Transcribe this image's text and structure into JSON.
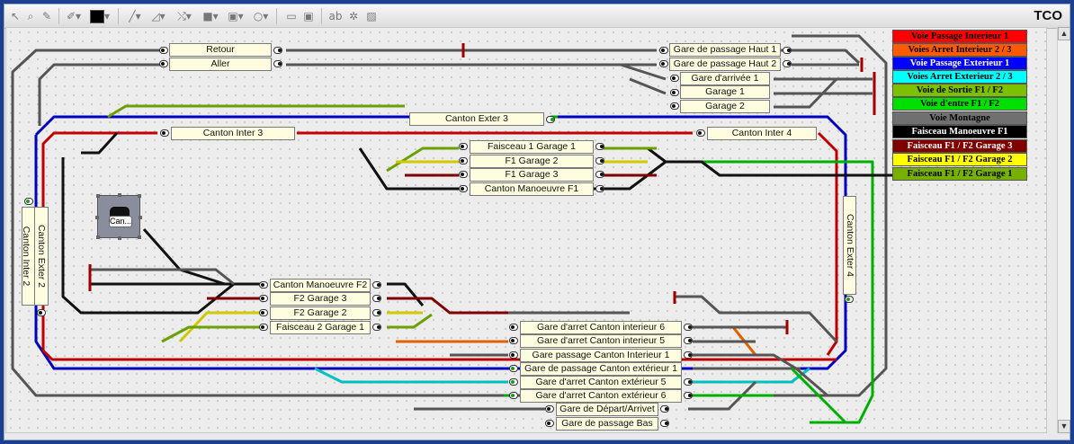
{
  "window": {
    "title": "TCO"
  },
  "toolbar": {
    "icons": [
      "select-arrow",
      "select-zoom",
      "pencil",
      "paint",
      "fill-color",
      "draw-line",
      "draw-rectangle",
      "draw-shape",
      "draw-track",
      "fill-gray",
      "frame",
      "ellipse",
      "text-tool",
      "label-tool",
      "abc-tool",
      "signal-tool",
      "image-tool"
    ]
  },
  "colors": {
    "canvas": "#ececec",
    "track_gray": "#5a5a5a",
    "red": "#c00000",
    "blue": "#0000cc",
    "green": "#00cc00",
    "olive": "#66a000",
    "black": "#111111",
    "darkred": "#800000",
    "yellow": "#e8e800",
    "cyan": "#00cccc",
    "orange": "#e06000"
  },
  "labels": {
    "retour": "Retour",
    "aller": "Aller",
    "gph1": "Gare de passage Haut  1",
    "gph2": "Gare de passage Haut  2",
    "garr1": "Gare d'arrivée 1",
    "garage1": "Garage 1",
    "garage2": "Garage 2",
    "cext3": "Canton Exter 3",
    "cint3": "Canton Inter 3",
    "cint4": "Canton Inter 4",
    "fg1": "Faisceau 1 Garage 1",
    "f1g2": "F1 Garage 2",
    "f1g3": "F1 Garage 3",
    "cmf1": "Canton Manoeuvre F1",
    "cint2": "Canton Inter 2",
    "cext2": "Canton Exter 2",
    "cext4": "Canton Exter 4",
    "cmf2": "Canton Manoeuvre F2",
    "f2g3": "F2 Garage 3",
    "f2g2": "F2 Garage 2",
    "fs2g1": "Faisceau 2 Garage 1",
    "gaci6": "Gare d'arret Canton interieur 6",
    "gaci5": "Gare d'arret Canton interieur 5",
    "gpci1": "Gare passage Canton Interieur 1",
    "gpce1": "Gare de passage Canton extérieur 1",
    "gace5": "Gare d'arret Canton extérieur 5",
    "gace6": "Gare d'arret Canton extérieur 6",
    "gda": "Gare de Départ/Arrivet",
    "gpb": "Gare de passage Bas",
    "ctrl": "Can..."
  },
  "legend": [
    {
      "text": "Voie Passage Interieur 1",
      "bg": "#ff0000",
      "fg": "#000000"
    },
    {
      "text": "Voies Arret Interieur 2 / 3",
      "bg": "#ff5a00",
      "fg": "#000000"
    },
    {
      "text": "Voie Passage Exterieur 1",
      "bg": "#0000ff",
      "fg": "#ffffff"
    },
    {
      "text": "Voies Arret Exterieur 2 / 3",
      "bg": "#00ffff",
      "fg": "#000000"
    },
    {
      "text": "Voie de Sortie F1 / F2",
      "bg": "#7cc000",
      "fg": "#000000"
    },
    {
      "text": "Voie d'entre F1 / F2",
      "bg": "#00e000",
      "fg": "#000000"
    },
    {
      "text": "Voie Montagne",
      "bg": "#707070",
      "fg": "#000000"
    },
    {
      "text": "Faisceau Manoeuvre F1",
      "bg": "#000000",
      "fg": "#ffffff"
    },
    {
      "text": "Faisceau F1 / F2 Garage 3",
      "bg": "#800000",
      "fg": "#ffffff"
    },
    {
      "text": "Faisceau F1 / F2 Garage 2",
      "bg": "#ffff00",
      "fg": "#000000"
    },
    {
      "text": "Faisceau F1 / F2 Garage 1",
      "bg": "#78b000",
      "fg": "#000000"
    }
  ]
}
